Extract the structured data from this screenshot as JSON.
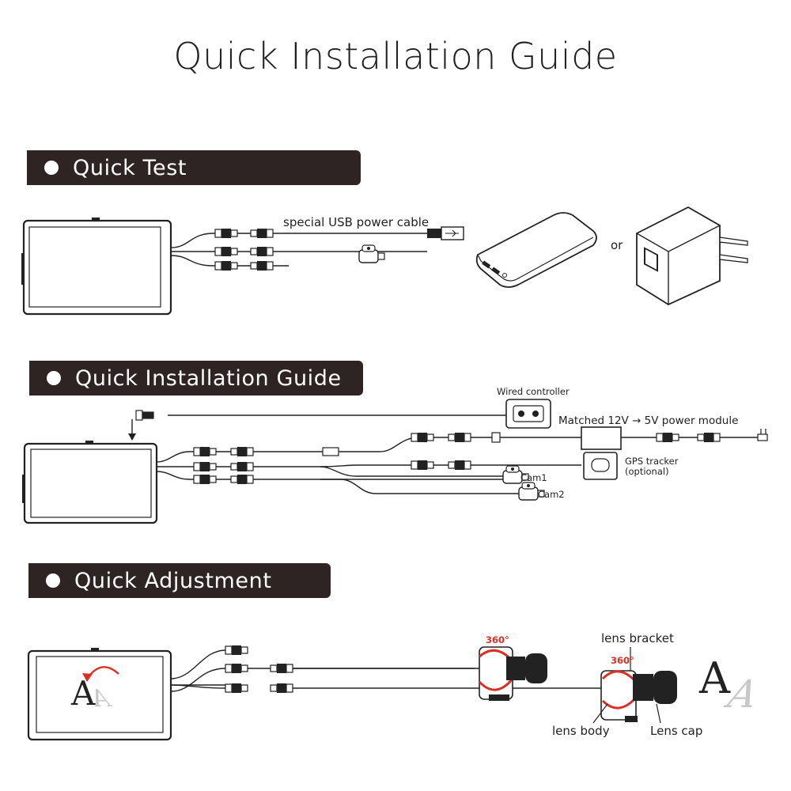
{
  "title": "Quick Installation Guide",
  "sections": {
    "quick_test": {
      "heading": "Quick Test",
      "usb_cable_label": "special USB power cable",
      "or_label": "or"
    },
    "install": {
      "heading": "Quick Installation Guide",
      "wired_controller_label": "Wired controller",
      "power_module_label": "Matched 12V → 5V power module",
      "gps_line1": "GPS tracker",
      "gps_line2": "(optional)",
      "cam1_label": "Cam1",
      "cam2_label": "Cam2"
    },
    "adjust": {
      "heading": "Quick Adjustment",
      "rotate_label_1": "360°",
      "rotate_label_2": "360°",
      "lens_bracket_label": "lens bracket",
      "lens_body_label": "lens body",
      "lens_cap_label": "Lens cap",
      "glyph_upright": "A",
      "glyph_mirrored": "A"
    }
  }
}
